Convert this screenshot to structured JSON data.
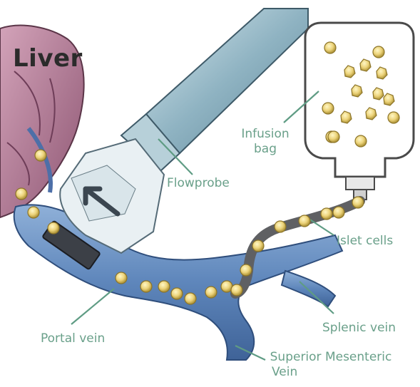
{
  "organ_label": "Liver",
  "labels": {
    "infusion_bag": [
      "Infusion",
      "bag"
    ],
    "flowprobe": "Flowprobe",
    "islet_cells": "Islet cells",
    "portal_vein": "Portal vein",
    "splenic_vein": "Splenic vein",
    "sup_mesenteric": [
      "Superior Mesenteric",
      "Vein"
    ]
  },
  "colors": {
    "label_text": "#6aa08a",
    "leader_line": "#5f9c84",
    "vein": "#6f95c6",
    "liver": "#b07a96",
    "islet": "#f2e08a",
    "probe_body": "#9fbfcc"
  }
}
